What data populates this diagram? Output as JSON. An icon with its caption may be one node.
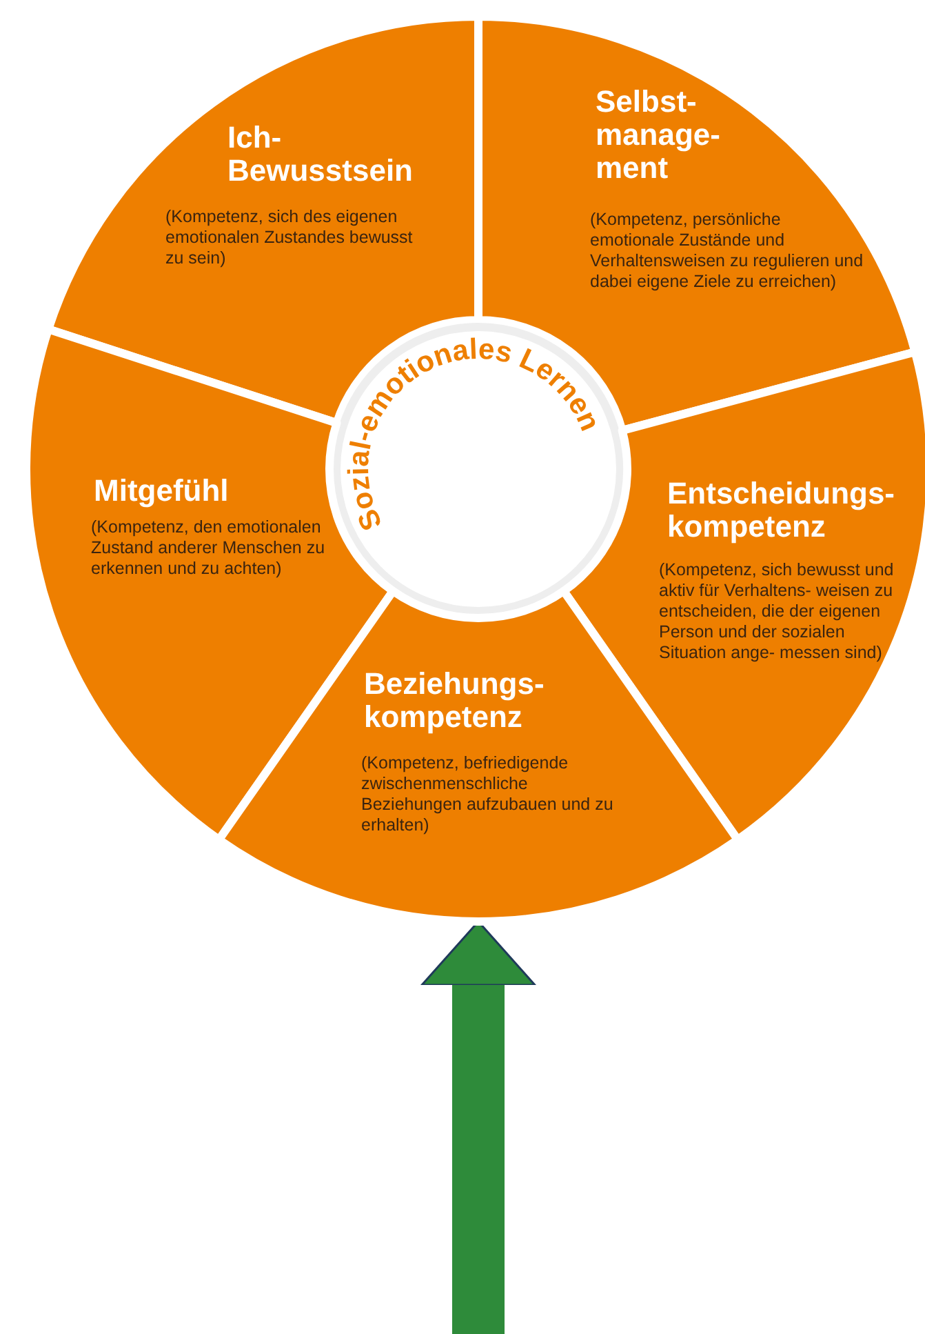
{
  "diagram": {
    "nodes": [
      {
        "text": [
          "Ich- Bewusstsein",
          "(Kompetenz, sich des eigenen emotionalen Zustandes bewusst zu sein)"
        ]
      },
      {
        "text": [
          "Selbst- manage- ment",
          "(Kompetenz, persönliche emotionale Zustände und Verhaltensweisen zu regulieren und dabei eigene Ziele zu erreichen)"
        ]
      },
      {
        "text": [
          "Sozial-emotionales Lernen"
        ]
      },
      {
        "text": [
          "Mitgefühl",
          "(Kompetenz, den emotionalen Zustand anderer Menschen zu erkennen und zu achten)"
        ]
      },
      {
        "text": [
          "Entscheidungs- kompetenz",
          "(Kompetenz, sich bewusst und aktiv für Verhaltens- weisen zu entscheiden, die der eigenen Person und der sozialen Situation ange- messen sind)"
        ]
      },
      {
        "text": [
          "Beziehungs- kompetenz",
          "(Kompetenz, befriedigende zwischenmenschliche Beziehungen aufzubauen und zu erhalten)"
        ]
      }
    ],
    "edges": [
      {
        "from": null,
        "to": 5,
        "arrow": "to",
        "color": "#2e8b3a"
      }
    ]
  }
}
